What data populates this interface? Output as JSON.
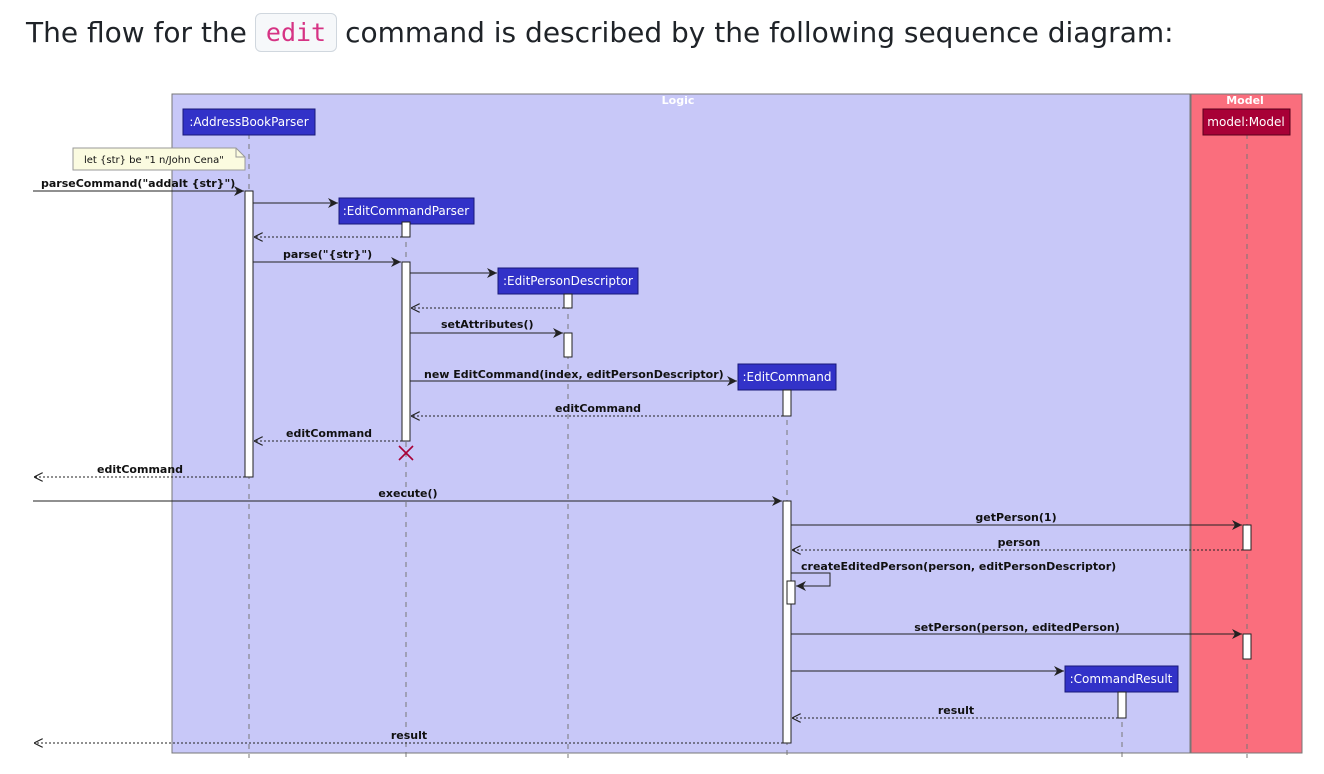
{
  "intro": {
    "before": "The flow for the",
    "code": "edit",
    "after": "command is described by the following sequence diagram:"
  },
  "diagram": {
    "packages": [
      {
        "title": "Logic",
        "fill": "#c8c8f8"
      },
      {
        "title": "Model",
        "fill": "#fa6e7d"
      }
    ],
    "participants": {
      "parser": ":AddressBookParser",
      "ecp": ":EditCommandParser",
      "epd": ":EditPersonDescriptor",
      "ec": ":EditCommand",
      "cr": ":CommandResult",
      "model": "model:Model"
    },
    "note": "let {str} be \"1 n/John Cena\"",
    "messages": {
      "parse_command": "parseCommand(\"addalt {str}\")",
      "parse": "parse(\"{str}\")",
      "set_attributes": "setAttributes()",
      "new_edit_command": "new EditCommand(index, editPersonDescriptor)",
      "edit_command_ret1": "editCommand",
      "edit_command_ret2": "editCommand",
      "edit_command_ret3": "editCommand",
      "execute": "execute()",
      "get_person": "getPerson(1)",
      "person_ret": "person",
      "create_edited_person": "createEditedPerson(person, editPersonDescriptor)",
      "set_person": "setPerson(person, editedPerson)",
      "result_ret1": "result",
      "result_ret2": "result"
    },
    "colors": {
      "participant_fill": "#3232c8",
      "model_participant_fill": "#a80036",
      "destroy_mark": "#a80036",
      "note_fill": "#fbfbe0"
    }
  }
}
